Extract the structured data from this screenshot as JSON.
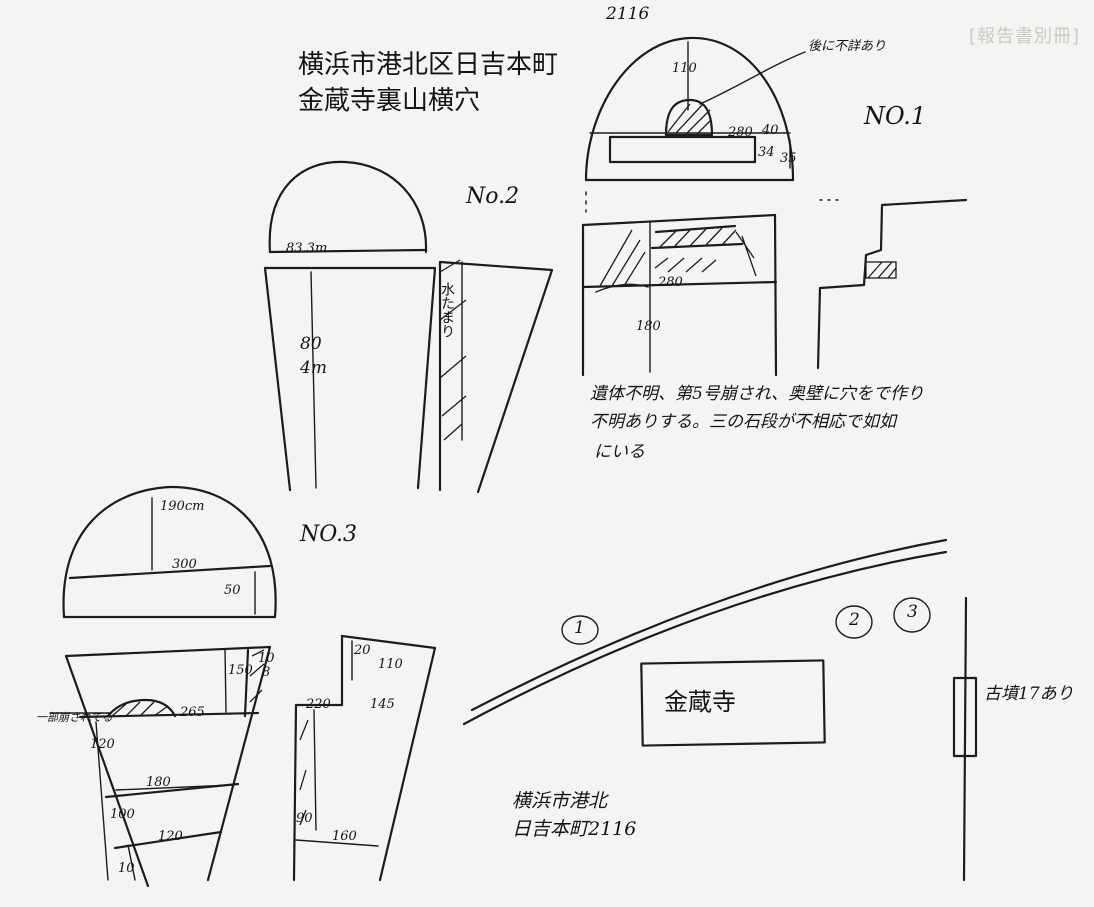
{
  "header": {
    "title_line1": "横浜市港北区日吉本町",
    "title_line2": "金蔵寺裏山横穴",
    "faint_corner": "[報告書別冊]"
  },
  "labels": {
    "no1": "NO.1",
    "no2": "No.2",
    "no3": "NO.3",
    "top_number": "2116",
    "note_offering": "後に不詳あり",
    "note_body_line1": "遺体不明、第5号崩され、奥壁に穴をで作り",
    "note_body_line2": "不明ありする。三の石段が不相応で如如",
    "note_body_line3": "にいる",
    "temple": "金蔵寺",
    "address_line1": "横浜市港北",
    "address_line2": "日吉本町2116",
    "circle1": "1",
    "circle2": "2",
    "circle3": "3",
    "right_note": "古墳17あり",
    "side_note": "一部崩されてる",
    "vertical_note": "水たまり"
  },
  "dimensions": {
    "d110": "110",
    "d280a": "280",
    "d280b": "280",
    "d40": "40",
    "d34": "34",
    "d35": "35",
    "d180a": "180",
    "d833": "83.3m",
    "d80": "80",
    "d4m": "4m",
    "d190": "190cm",
    "d300": "300",
    "d50": "50",
    "d150": "150",
    "d10": "10",
    "d8": "8",
    "d265": "265",
    "d120a": "120",
    "d180b": "180",
    "d100": "100",
    "d120b": "120",
    "d10b": "10",
    "d20": "20",
    "d110b": "110",
    "d145": "145",
    "d220": "220",
    "d90": "90",
    "d160": "160"
  }
}
